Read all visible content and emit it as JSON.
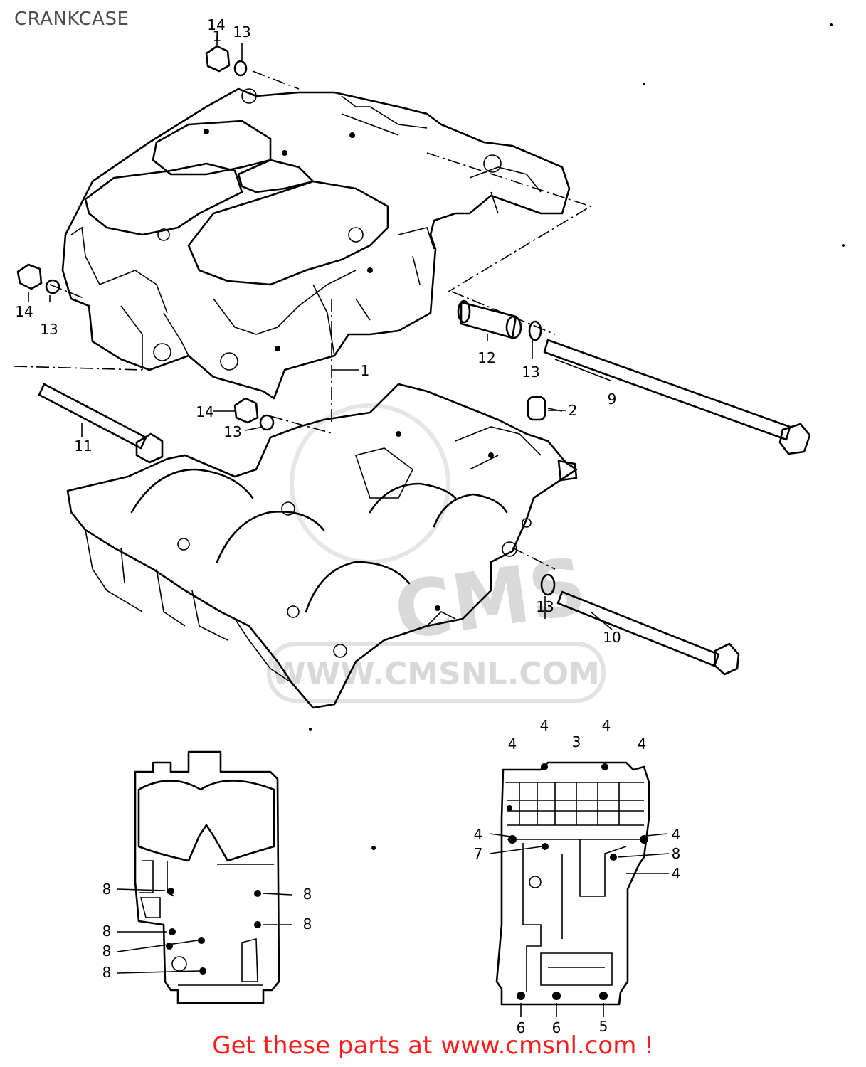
{
  "title": "CRANKCASE",
  "footer": {
    "lead": "Get these parts at",
    "site": "www.cmsnl.com !"
  },
  "watermark": {
    "text": "WWW.CMSNL.COM",
    "logo": "CMS"
  },
  "colors": {
    "title": "#4d4d4d",
    "footer": "#ff1c1c",
    "watermark": "#d9d9d9",
    "line": "#000000"
  },
  "callouts": [
    {
      "id": "c14-top",
      "label": "14"
    },
    {
      "id": "c1-top",
      "label": "1"
    },
    {
      "id": "c13-top",
      "label": "13"
    },
    {
      "id": "c14-left",
      "label": "14"
    },
    {
      "id": "c13-left",
      "label": "13"
    },
    {
      "id": "c12",
      "label": "12"
    },
    {
      "id": "c13-mid",
      "label": "13"
    },
    {
      "id": "c9",
      "label": "9"
    },
    {
      "id": "c1-mid",
      "label": "1"
    },
    {
      "id": "c2",
      "label": "2"
    },
    {
      "id": "c14-center",
      "label": "14"
    },
    {
      "id": "c13-center",
      "label": "13"
    },
    {
      "id": "c11",
      "label": "11"
    },
    {
      "id": "c13-low",
      "label": "13"
    },
    {
      "id": "c10",
      "label": "10"
    },
    {
      "id": "c4-a",
      "label": "4"
    },
    {
      "id": "c4-b",
      "label": "4"
    },
    {
      "id": "c4-c",
      "label": "4"
    },
    {
      "id": "c3",
      "label": "3"
    },
    {
      "id": "c4-d",
      "label": "4"
    },
    {
      "id": "c4-e",
      "label": "4"
    },
    {
      "id": "c4-f",
      "label": "4"
    },
    {
      "id": "c7",
      "label": "7"
    },
    {
      "id": "c8-r",
      "label": "8"
    },
    {
      "id": "c4-g",
      "label": "4"
    },
    {
      "id": "c6-a",
      "label": "6"
    },
    {
      "id": "c6-b",
      "label": "6"
    },
    {
      "id": "c5",
      "label": "5"
    },
    {
      "id": "c8-l1",
      "label": "8"
    },
    {
      "id": "c8-l2",
      "label": "8"
    },
    {
      "id": "c8-l3",
      "label": "8"
    },
    {
      "id": "c8-l4",
      "label": "8"
    },
    {
      "id": "c8-l5",
      "label": "8"
    },
    {
      "id": "c8-l6",
      "label": "8"
    }
  ]
}
